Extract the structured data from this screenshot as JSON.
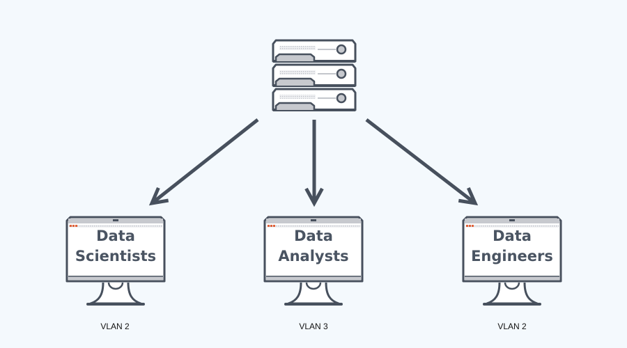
{
  "diagram": {
    "server": {
      "name": "server-rack",
      "units": 3
    },
    "nodes": [
      {
        "id": "scientists",
        "title_line1": "Data",
        "title_line2": "Scientists",
        "vlan": "VLAN 2"
      },
      {
        "id": "analysts",
        "title_line1": "Data",
        "title_line2": "Analysts",
        "vlan": "VLAN 3"
      },
      {
        "id": "engineers",
        "title_line1": "Data",
        "title_line2": "Engineers",
        "vlan": "VLAN 2"
      }
    ],
    "edges": [
      {
        "from": "server-rack",
        "to": "scientists"
      },
      {
        "from": "server-rack",
        "to": "analysts"
      },
      {
        "from": "server-rack",
        "to": "engineers"
      }
    ],
    "colors": {
      "stroke": "#47505d",
      "background": "#f4f9fd",
      "panel": "#ffffff",
      "grey_fill": "#c7c9ce",
      "window_dots": "#e0623a"
    }
  }
}
